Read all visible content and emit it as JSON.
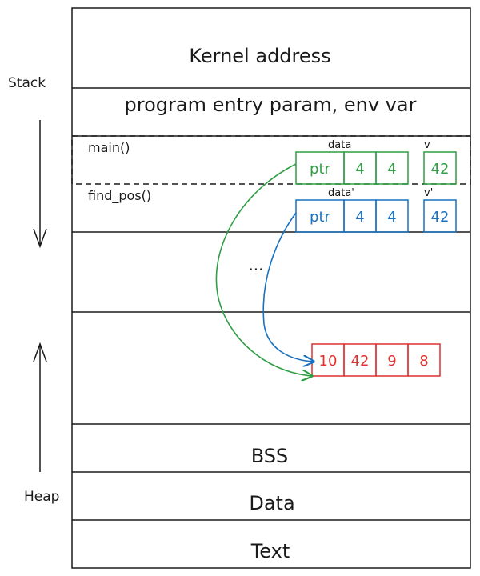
{
  "side_labels": {
    "stack": "Stack",
    "heap": "Heap"
  },
  "segments": {
    "kernel": "Kernel address",
    "entry": "program entry param, env var",
    "ellipsis": "...",
    "bss": "BSS",
    "data": "Data",
    "text": "Text"
  },
  "frames": {
    "main": {
      "label": "main()",
      "array_label": "data",
      "array_cells": [
        "ptr",
        "4",
        "4"
      ],
      "var_label": "v",
      "var_value": "42"
    },
    "find_pos": {
      "label": "find_pos()",
      "array_label": "data'",
      "array_cells": [
        "ptr",
        "4",
        "4"
      ],
      "var_label": "v'",
      "var_value": "42"
    }
  },
  "heap_array": {
    "cells": [
      "10",
      "42",
      "9",
      "8"
    ]
  },
  "colors": {
    "main_frame": "#2f9e44",
    "find_pos_frame": "#1971c2",
    "heap_array": "#e03131",
    "outline": "#1a1a1a"
  }
}
